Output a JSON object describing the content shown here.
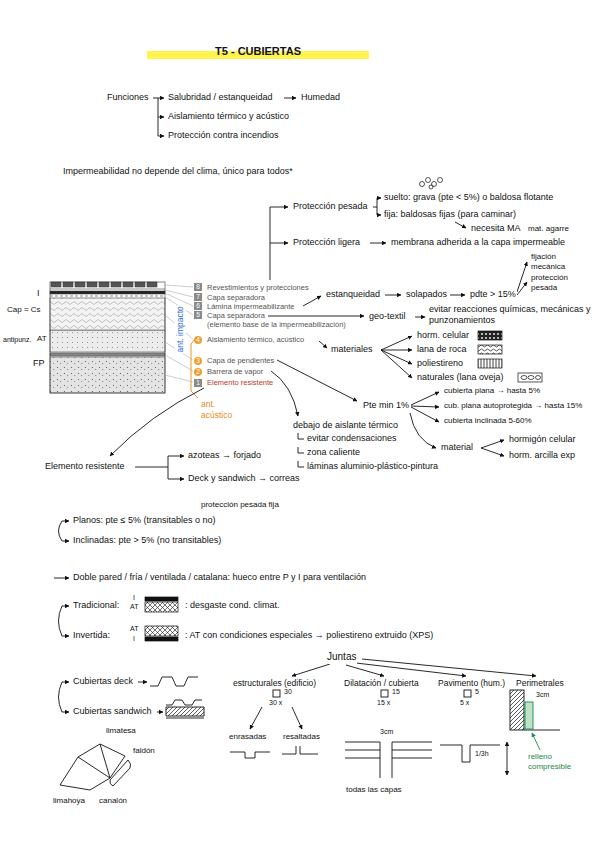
{
  "diagram": {
    "title": "T5 - CUBIERTAS",
    "labels": [
      "Funciones",
      "Salubridad / estanqueidad",
      "Humedad",
      "Aislamiento térmico y acústico",
      "Protección contra incendios",
      "Impermeabilidad no depende del clima, único para todos*",
      "Protección pesada",
      "suelto: grava (pte < 5%) o baldosa flotante",
      "fija: baldosas fijas (para caminar)",
      "necesita MA",
      "mat. agarre",
      "Protección ligera",
      "membrana adherida a la capa impermeable",
      "8",
      "Revestimientos y protecciones",
      "7",
      "Capa separadora",
      "6",
      "Lámina impermeabilizante",
      "5",
      "Capa separadora",
      "(elemento base de la impermeabilización)",
      "4",
      "Aislamiento térmico, acústico",
      "3",
      "Capa de pendientes",
      "2",
      "Barrera de vapor",
      "1",
      "Elemento resistente",
      "I",
      "Cap = Cs",
      "antipunz.",
      "AT",
      "FP",
      "ant. impacto",
      "ant. acústico",
      "estanqueidad",
      "solapados",
      "pdte > 15%",
      "fijación mecánica",
      "protección pesada",
      "geo-textil",
      "evitar reacciones químicas, mecánicas y punzonamientos",
      "materiales",
      "horm. celular",
      "lana de roca",
      "poliestireno",
      "naturales (lana oveja)",
      "Pte min 1%",
      "cubierta plana → hasta 5%",
      "cub. plana autoprotegida → hasta 15%",
      "cubierta inclinada 5-60%",
      "material",
      "hormigón celular",
      "horm. arcilla exp",
      "debajo de aislante térmico",
      "evitar condensaciones",
      "zona caliente",
      "láminas aluminio-plástico-pintura",
      "Elemento resistente",
      "azoteas → forjado",
      "Deck y sandwich → correas",
      "protección pesada fija",
      "Planos: pte ≤ 5% (transitables o no)",
      "Inclinadas: pte > 5% (no transitables)",
      "Doble pared / fría / ventilada / catalana: hueco entre P y I para ventilación",
      "Tradicional:",
      "I",
      "AT",
      ": desgaste cond. climat.",
      "Invertida:",
      "AT",
      "I",
      ": AT con condiciones especiales → poliestireno extruido (XPS)",
      "Cubiertas deck",
      "Cubiertas sandwich",
      "Juntas",
      "estructurales (edificio)",
      "Dilatación / cubierta",
      "Pavimento (hum.)",
      "Perimetrales",
      "30",
      "30 x",
      "15",
      "15 x",
      "5",
      "5 x",
      "enrasadas",
      "resaltadas",
      "3cm",
      "todas las capas",
      "1/3h",
      "3cm",
      "relleno compresible",
      "limatesa",
      "faldón",
      "limahoya",
      "canalón"
    ]
  }
}
